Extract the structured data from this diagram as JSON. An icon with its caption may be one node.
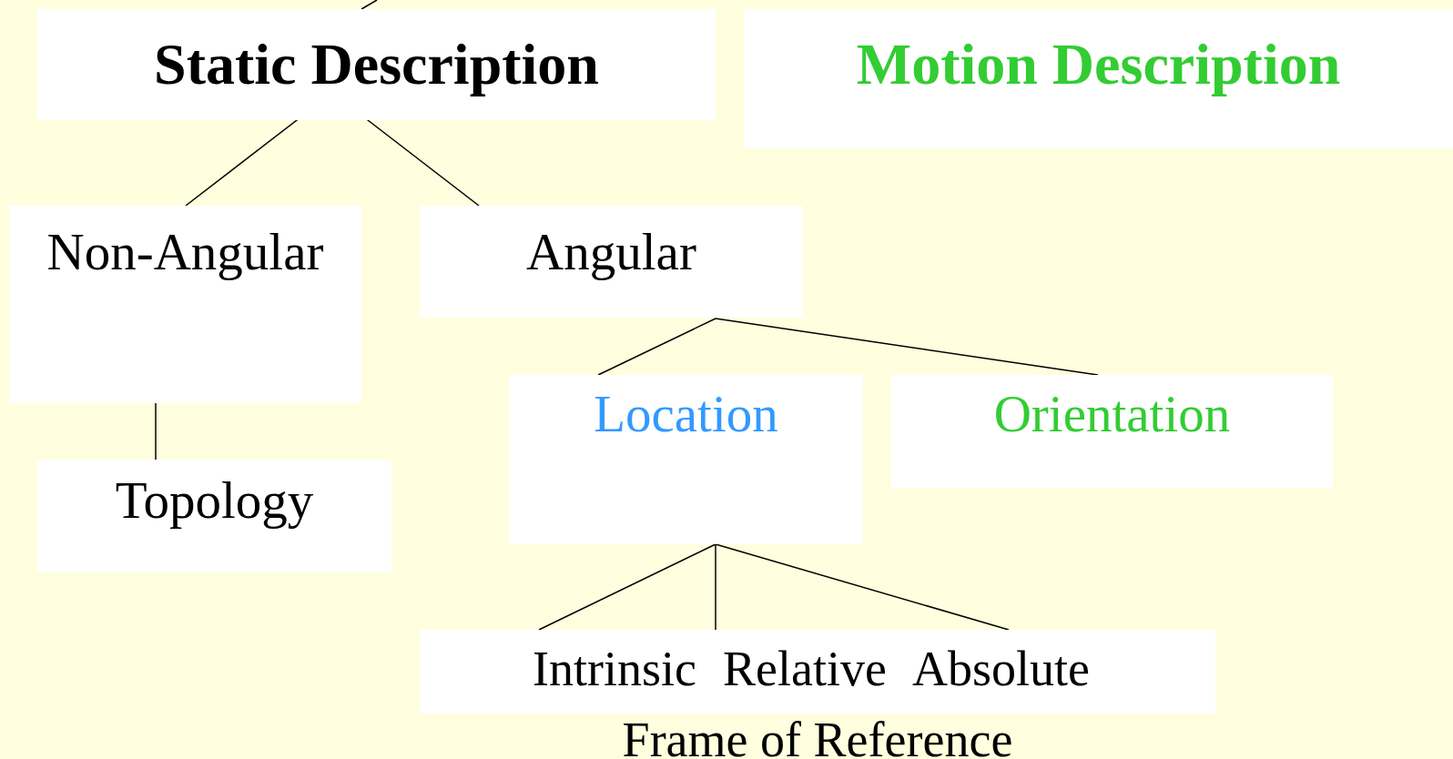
{
  "diagram": {
    "nodes": [
      {
        "text": [
          "Static Description"
        ]
      },
      {
        "text": [
          "Motion Description"
        ]
      },
      {
        "text": [
          "Non-Angular"
        ]
      },
      {
        "text": [
          "Angular"
        ]
      },
      {
        "text": [
          "Location"
        ]
      },
      {
        "text": [
          "Orientation"
        ]
      },
      {
        "text": [
          "Topology"
        ]
      },
      {
        "text": [
          "Frame of Reference"
        ]
      },
      {
        "text": [
          "Intrinsic"
        ],
        "in": 7
      },
      {
        "text": [
          "Relative"
        ],
        "in": 7
      },
      {
        "text": [
          "Absolute"
        ],
        "in": 7
      }
    ],
    "edges": [
      {
        "from": null,
        "to": 0,
        "arrow": "none"
      },
      {
        "from": 0,
        "to": 2,
        "arrow": "none"
      },
      {
        "from": 0,
        "to": 3,
        "arrow": "none"
      },
      {
        "from": 2,
        "to": 6,
        "arrow": "none"
      },
      {
        "from": 3,
        "to": 4,
        "arrow": "none"
      },
      {
        "from": 3,
        "to": 5,
        "arrow": "none"
      },
      {
        "from": 4,
        "to": 8,
        "arrow": "none"
      },
      {
        "from": 4,
        "to": 9,
        "arrow": "none"
      },
      {
        "from": 4,
        "to": 10,
        "arrow": "none"
      }
    ]
  }
}
